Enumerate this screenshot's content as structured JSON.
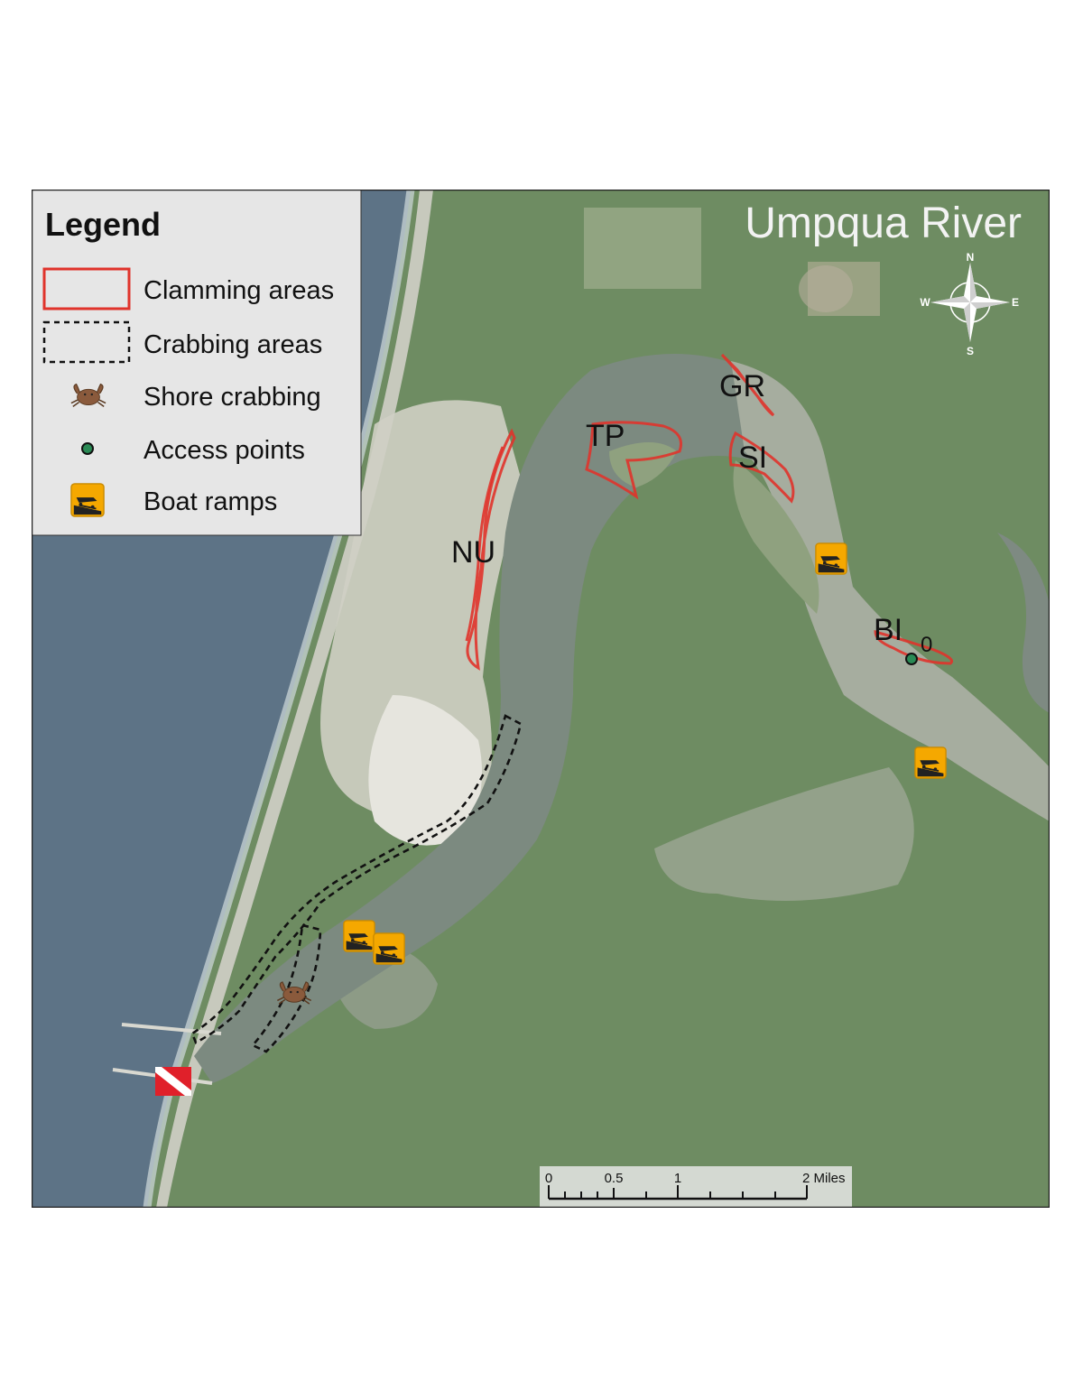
{
  "map": {
    "title": "Umpqua River",
    "compass": {
      "n": "N",
      "s": "S",
      "e": "E",
      "w": "W"
    },
    "area_labels": [
      "NU",
      "TP",
      "GR",
      "SI",
      "BI"
    ],
    "access_point_label": "0",
    "scale_bar": {
      "ticks": [
        "0",
        "0.5",
        "1",
        "2 Miles"
      ]
    }
  },
  "legend": {
    "title": "Legend",
    "items": [
      {
        "label": "Clamming areas",
        "symbol": "red-outline-rect"
      },
      {
        "label": "Crabbing areas",
        "symbol": "black-dashed-rect"
      },
      {
        "label": "Shore crabbing",
        "symbol": "crab-icon"
      },
      {
        "label": "Access points",
        "symbol": "green-dot-icon"
      },
      {
        "label": "Boat ramps",
        "symbol": "boat-ramp-icon"
      }
    ]
  },
  "colors": {
    "clamming": "#e0332b",
    "crabbing": "#111111",
    "boat_ramp": "#f5a800",
    "access_point": "#2a8a55",
    "ocean": "#5d7386",
    "forest": "#6e8c62",
    "water": "#7c8a80",
    "sand": "#d8d6cc",
    "legend_bg": "#e6e6e6"
  }
}
